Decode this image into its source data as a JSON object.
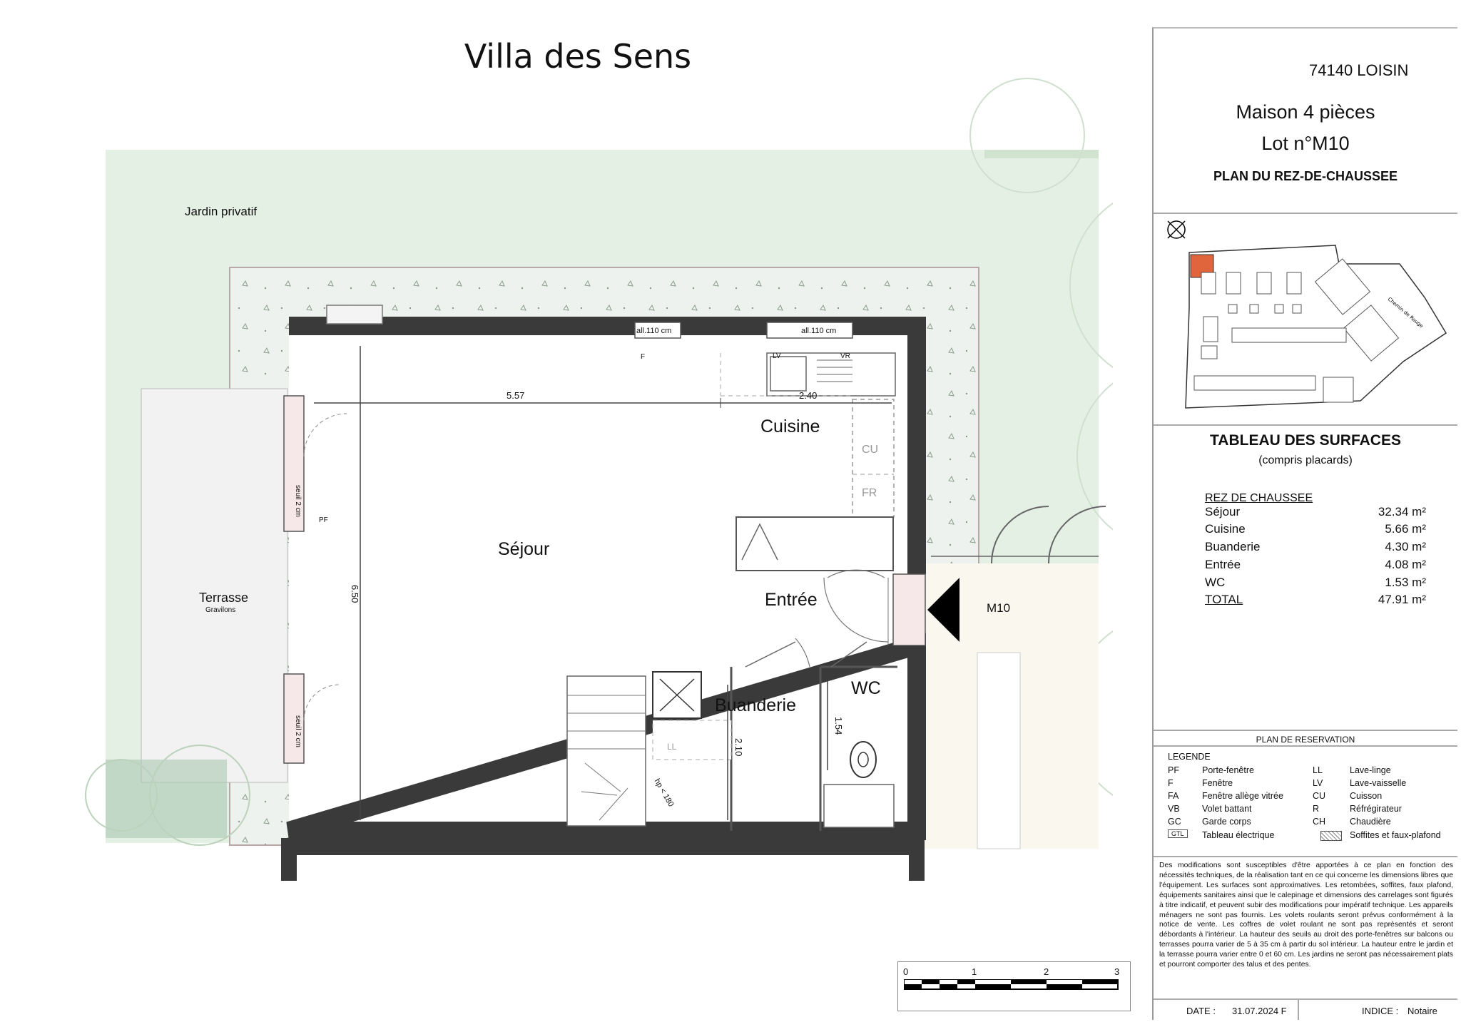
{
  "header": {
    "title": "Villa des Sens"
  },
  "plan": {
    "garden_label": "Jardin privatif",
    "terrace_label": "Terrasse",
    "terrace_sub": "Gravilons",
    "rooms": {
      "sejour": "Séjour",
      "cuisine": "Cuisine",
      "entree": "Entrée",
      "buanderie": "Buanderie",
      "wc": "WC"
    },
    "lot_tag": "M10",
    "dimensions": {
      "width_main": "5.57",
      "width_kitchen": "2.40",
      "height_main": "6.50",
      "height_buanderie": "2.10",
      "height_wc": "1.54"
    },
    "annotations": {
      "window_top_left": "all.110 cm",
      "window_top_right": "all.110 cm",
      "threshold_1": "seuil 2 cm",
      "threshold_2": "seuil 2 cm",
      "stair": "hp < 180",
      "cu": "CU",
      "fr": "FR",
      "vr": "VR",
      "pf": "PF",
      "f": "F",
      "ll": "LL",
      "lv": "LV"
    }
  },
  "scale_bar": {
    "ticks": [
      "0",
      "1",
      "2",
      "3"
    ]
  },
  "cartouche": {
    "location": "74140 LOISIN",
    "house_type": "Maison 4 pièces",
    "lot": "Lot n°M10",
    "plan_title": "PLAN DU REZ-DE-CHAUSSEE",
    "site_road_label": "Chemin de Rouge",
    "surfaces_title": "TABLEAU DES SURFACES",
    "surfaces_sub": "(compris placards)",
    "level_label": "REZ DE CHAUSSEE",
    "surfaces": [
      {
        "name": "Séjour",
        "value": "32.34 m²"
      },
      {
        "name": "Cuisine",
        "value": "5.66 m²"
      },
      {
        "name": "Buanderie",
        "value": "4.30 m²"
      },
      {
        "name": "Entrée",
        "value": "4.08 m²"
      },
      {
        "name": "WC",
        "value": "1.53 m²"
      }
    ],
    "total": {
      "name": "TOTAL",
      "value": "47.91 m²"
    },
    "reservation_title": "PLAN DE RESERVATION",
    "legend_title": "LEGENDE",
    "legend": [
      {
        "code": "PF",
        "label": "Porte-fenêtre",
        "code2": "LL",
        "label2": "Lave-linge"
      },
      {
        "code": "F",
        "label": "Fenêtre",
        "code2": "LV",
        "label2": "Lave-vaisselle"
      },
      {
        "code": "FA",
        "label": "Fenêtre allège vitrée",
        "code2": "CU",
        "label2": "Cuisson"
      },
      {
        "code": "VB",
        "label": "Volet battant",
        "code2": "R",
        "label2": "Réfrégirateur"
      },
      {
        "code": "GC",
        "label": "Garde corps",
        "code2": "CH",
        "label2": "Chaudière"
      },
      {
        "code": "GTL",
        "label": "Tableau électrique",
        "code2": "",
        "label2": "Soffites et faux-plafond"
      }
    ],
    "disclaimer": "Des modifications sont susceptibles d'être apportées à ce plan en fonction des nécessités techniques, de la réalisation tant en ce qui concerne les dimensions libres que l'équipement. Les surfaces sont approximatives. Les retombées, soffites, faux plafond, équipements sanitaires ainsi que le calepinage et dimensions des carrelages sont figurés à titre indicatif, et peuvent subir des modifications pour impératif technique. Les appareils ménagers ne sont pas fournis. Les volets roulants seront prévus conformément à la notice de vente. Les coffres de volet roulant ne sont pas représentés et seront débordants à l'intérieur. La hauteur des seuils au droit des porte-fenêtres sur balcons ou terrasses pourra varier de 5 à 35 cm à partir du sol intérieur. La hauteur entre le jardin et la terrasse pourra varier entre 0 et 60 cm. Les jardins ne seront pas nécessairement plats et pourront comporter des talus et des pentes.",
    "date_label": "DATE :",
    "date_value": "31.07.2024 F",
    "index_label": "INDICE :",
    "index_value": "Notaire"
  }
}
